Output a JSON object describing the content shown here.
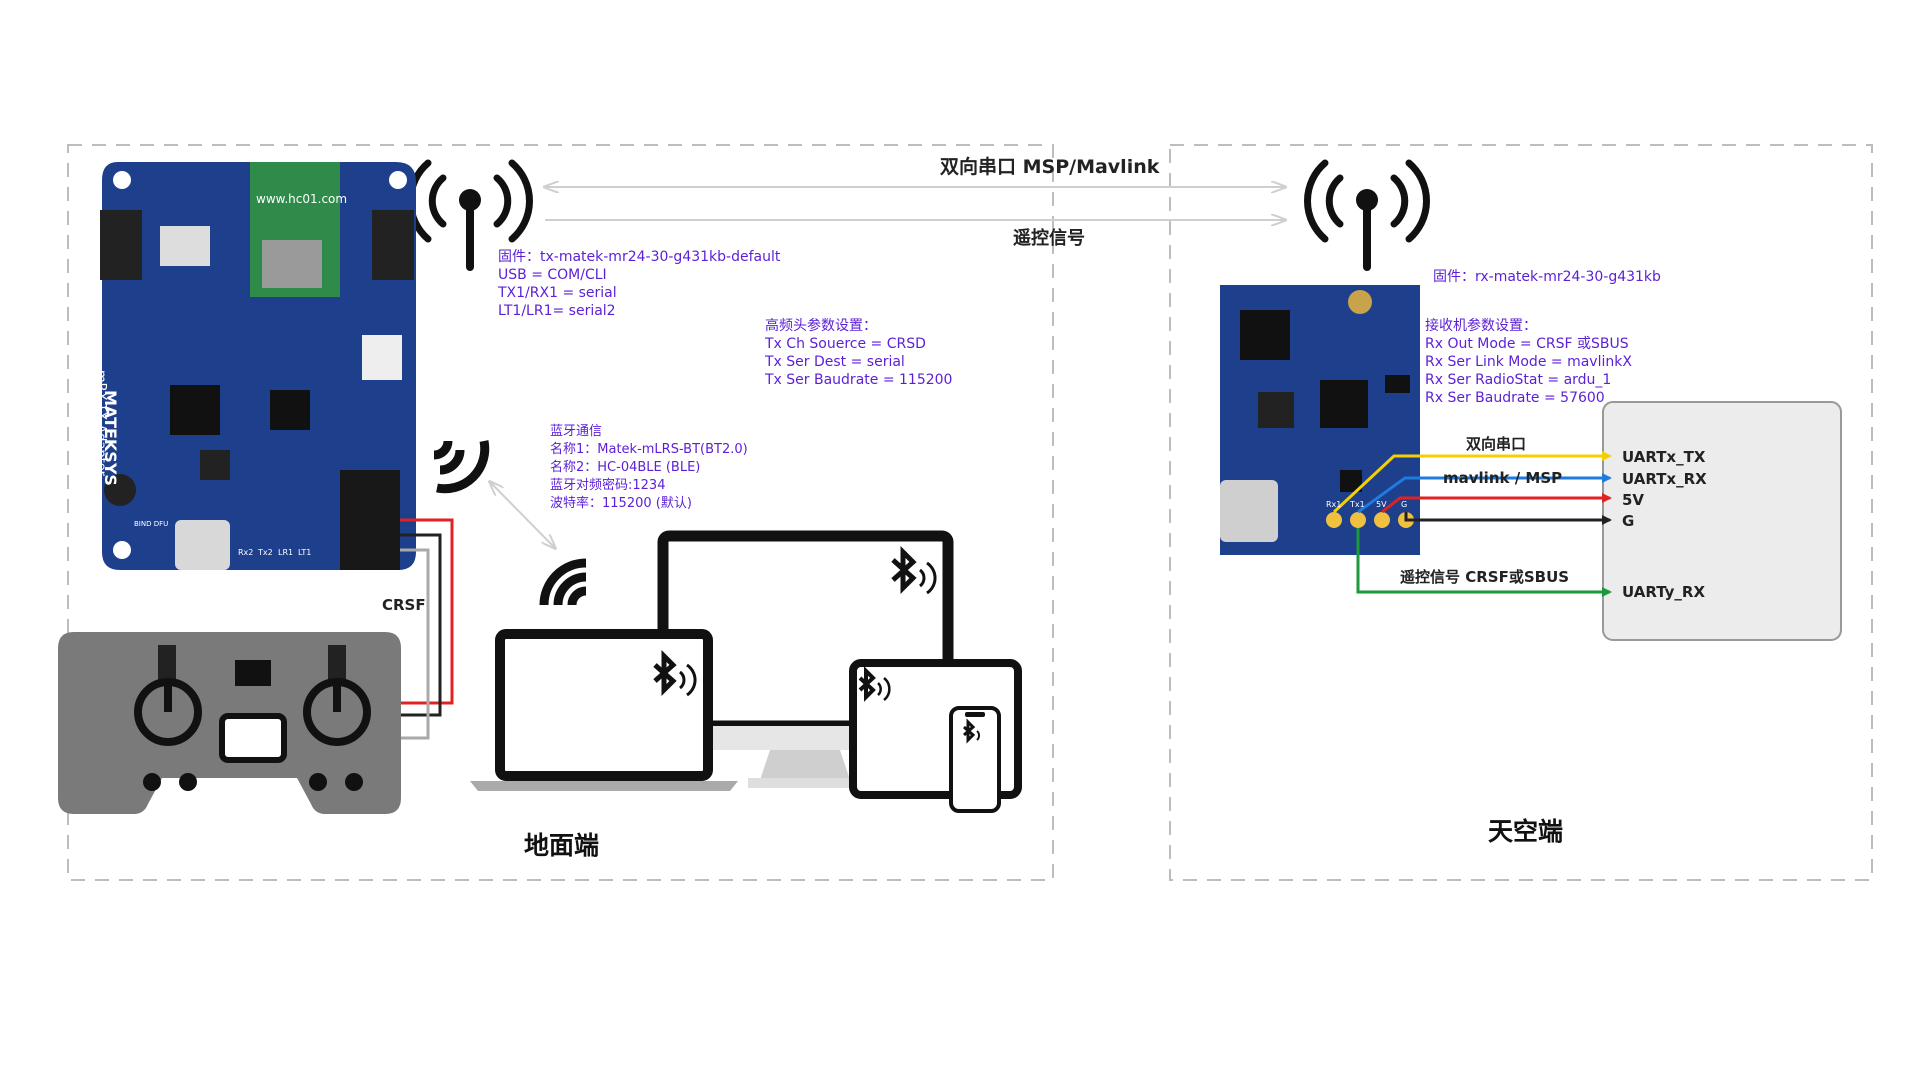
{
  "top_link": {
    "label_serial": "双向串口 MSP/Mavlink",
    "label_rc": "遥控信号"
  },
  "ground": {
    "title": "地面端",
    "board_brand": "MATEKSYS",
    "board_model": "mRX-TX Adapter",
    "module_label": "www.hc01.com",
    "firmware": [
      "固件：tx-matek-mr24-30-g431kb-default",
      "USB = COM/CLI",
      "TX1/RX1 = serial",
      "LT1/LR1= serial2"
    ],
    "rf_params": [
      "高频头参数设置：",
      "Tx Ch Souerce = CRSD",
      "Tx Ser Dest = serial",
      "Tx Ser Baudrate = 115200"
    ],
    "bluetooth": [
      "蓝牙通信",
      "名称1：Matek-mLRS-BT(BT2.0)",
      "名称2：HC-04BLE (BLE)",
      "蓝牙对频密码:1234",
      "波特率：115200 (默认)"
    ],
    "crsf_label": "CRSF",
    "pin_labels": [
      "Rx2",
      "Tx2",
      "LR1",
      "LT1"
    ],
    "button_label": "BIND DFU"
  },
  "air": {
    "title": "天空端",
    "firmware": "固件：rx-matek-mr24-30-g431kb",
    "rx_params": [
      "接收机参数设置：",
      "Rx Out Mode = CRSF 或SBUS",
      "Rx Ser Link Mode = mavlinkX",
      "Rx Ser RadioStat = ardu_1",
      "Rx Ser Baudrate = 57600"
    ],
    "wire_label_serial": "双向串口",
    "wire_label_mav": "mavlink / MSP",
    "wire_label_rc": "遥控信号 CRSF或SBUS",
    "pin_labels": [
      "Rx1",
      "Tx1",
      "5V",
      "G"
    ],
    "fc_ports": [
      "UARTx_TX",
      "UARTx_RX",
      "5V",
      "G",
      "UARTy_RX"
    ]
  },
  "colors": {
    "board_blue": "#1d3f8c",
    "purple_text": "#5b1fd6",
    "wire_yellow": "#f5d000",
    "wire_blue": "#1e7be0",
    "wire_red": "#e02222",
    "wire_black": "#222222",
    "wire_green": "#1a9a3a"
  }
}
